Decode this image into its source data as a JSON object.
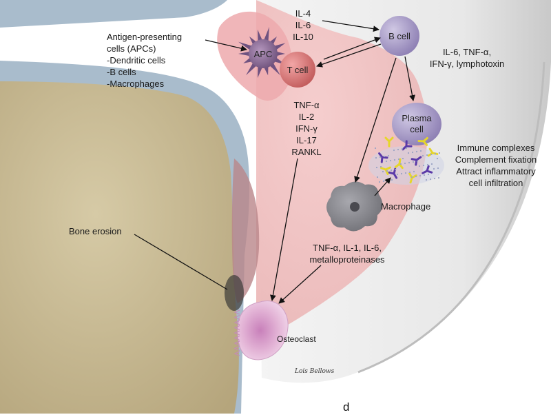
{
  "labels": {
    "apc_title_1": "Antigen-presenting",
    "apc_title_2": "cells (APCs)",
    "apc_item_1": "-Dendritic cells",
    "apc_item_2": "-B cells",
    "apc_item_3": "-Macrophages",
    "cyto_top_1": "IL-4",
    "cyto_top_2": "IL-6",
    "cyto_top_3": "IL-10",
    "cyto_b_1": "IL-6, TNF-α,",
    "cyto_b_2": "IFN-γ, lymphotoxin",
    "cyto_t_1": "TNF-α",
    "cyto_t_2": "IL-2",
    "cyto_t_3": "IFN-γ",
    "cyto_t_4": "IL-17",
    "cyto_t_5": "RANKL",
    "immune_1": "Immune complexes",
    "immune_2": "Complement fixation",
    "immune_3": "Attract inflammatory",
    "immune_4": "cell infiltration",
    "macro_cyto_1": "TNF-α, IL-1, IL-6,",
    "macro_cyto_2": "metalloproteinases",
    "bone_erosion": "Bone erosion",
    "signature": "Lois Bellows",
    "panel_letter": "d"
  },
  "cells": {
    "apc": "APC",
    "t_cell": "T cell",
    "b_cell": "B cell",
    "plasma_1": "Plasma",
    "plasma_2": "cell",
    "macrophage": "Macrophage",
    "osteoclast": "Osteoclast"
  },
  "colors": {
    "bone": "#c9bb94",
    "cartilage": "#a9bccc",
    "synovium": "#f0c4c4",
    "capsule": "#ececec",
    "apc": "#8a6a95",
    "t_cell": "#d77878",
    "b_cell": "#a89cc4",
    "plasma": "#a698c2",
    "macrophage": "#8a8a90",
    "osteoclast": "#e2b6d6",
    "antibody_yellow": "#e6d62a",
    "antibody_purple": "#5b3aa8"
  }
}
